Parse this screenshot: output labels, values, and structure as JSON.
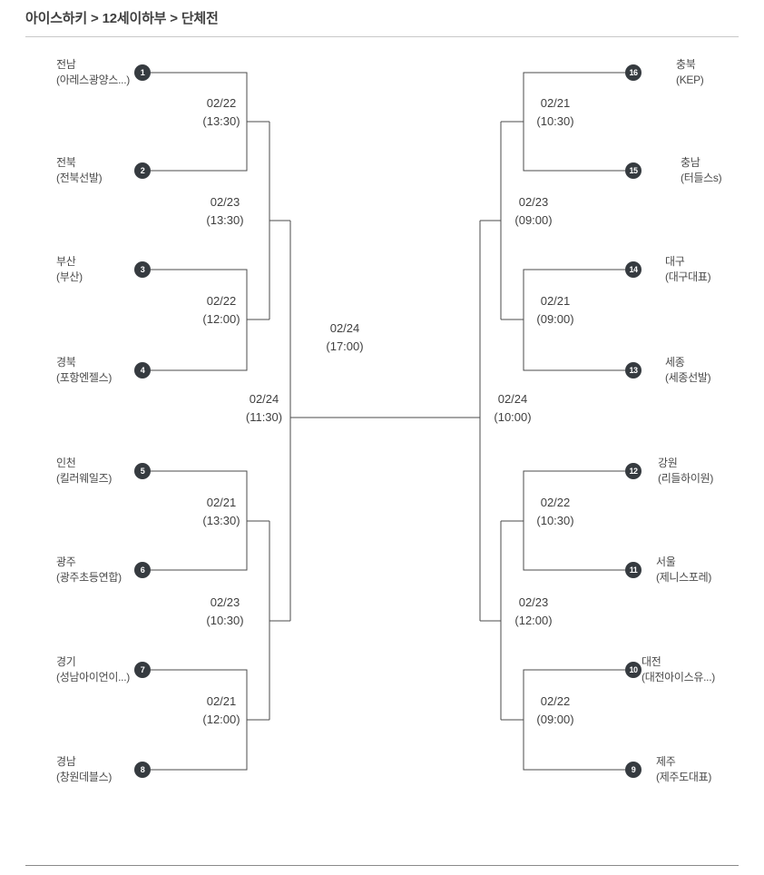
{
  "breadcrumb": {
    "parts": [
      "아이스하키",
      "12세이하부",
      "단체전"
    ],
    "separator": ">"
  },
  "colors": {
    "line": "#4b4b4b",
    "node_fill": "#363b40",
    "text": "#4a4a4a"
  },
  "teams": [
    {
      "seed": "1",
      "region": "전남",
      "club": "(아레스광양스...)"
    },
    {
      "seed": "2",
      "region": "전북",
      "club": "(전북선발)"
    },
    {
      "seed": "3",
      "region": "부산",
      "club": "(부산)"
    },
    {
      "seed": "4",
      "region": "경북",
      "club": "(포항엔젤스)"
    },
    {
      "seed": "5",
      "region": "인천",
      "club": "(킬러웨일즈)"
    },
    {
      "seed": "6",
      "region": "광주",
      "club": "(광주초등연합)"
    },
    {
      "seed": "7",
      "region": "경기",
      "club": "(성남아이언이...)"
    },
    {
      "seed": "8",
      "region": "경남",
      "club": "(창원데블스)"
    },
    {
      "seed": "9",
      "region": "제주",
      "club": "(제주도대표)"
    },
    {
      "seed": "10",
      "region": "대전",
      "club": "(대전아이스유...)"
    },
    {
      "seed": "11",
      "region": "서울",
      "club": "(제니스포레)"
    },
    {
      "seed": "12",
      "region": "강원",
      "club": "(리들하이원)"
    },
    {
      "seed": "13",
      "region": "세종",
      "club": "(세종선발)"
    },
    {
      "seed": "14",
      "region": "대구",
      "club": "(대구대표)"
    },
    {
      "seed": "15",
      "region": "충남",
      "club": "(터들스s)"
    },
    {
      "seed": "16",
      "region": "충북",
      "club": "(KEP)"
    }
  ],
  "matches": {
    "round1": [
      {
        "id": "left-1-vs-2",
        "date": "02/22",
        "time": "(13:30)"
      },
      {
        "id": "left-3-vs-4",
        "date": "02/22",
        "time": "(12:00)"
      },
      {
        "id": "left-5-vs-6",
        "date": "02/21",
        "time": "(13:30)"
      },
      {
        "id": "left-7-vs-8",
        "date": "02/21",
        "time": "(12:00)"
      },
      {
        "id": "right-16-vs-15",
        "date": "02/21",
        "time": "(10:30)"
      },
      {
        "id": "right-14-vs-13",
        "date": "02/21",
        "time": "(09:00)"
      },
      {
        "id": "right-12-vs-11",
        "date": "02/22",
        "time": "(10:30)"
      },
      {
        "id": "right-10-vs-9",
        "date": "02/22",
        "time": "(09:00)"
      }
    ],
    "quarterfinals": [
      {
        "id": "left-top",
        "date": "02/23",
        "time": "(13:30)"
      },
      {
        "id": "left-bottom",
        "date": "02/23",
        "time": "(10:30)"
      },
      {
        "id": "right-top",
        "date": "02/23",
        "time": "(09:00)"
      },
      {
        "id": "right-bottom",
        "date": "02/23",
        "time": "(12:00)"
      }
    ],
    "semifinals": [
      {
        "id": "left",
        "date": "02/24",
        "time": "(11:30)"
      },
      {
        "id": "right",
        "date": "02/24",
        "time": "(10:00)"
      }
    ],
    "final": {
      "date": "02/24",
      "time": "(17:00)"
    }
  }
}
